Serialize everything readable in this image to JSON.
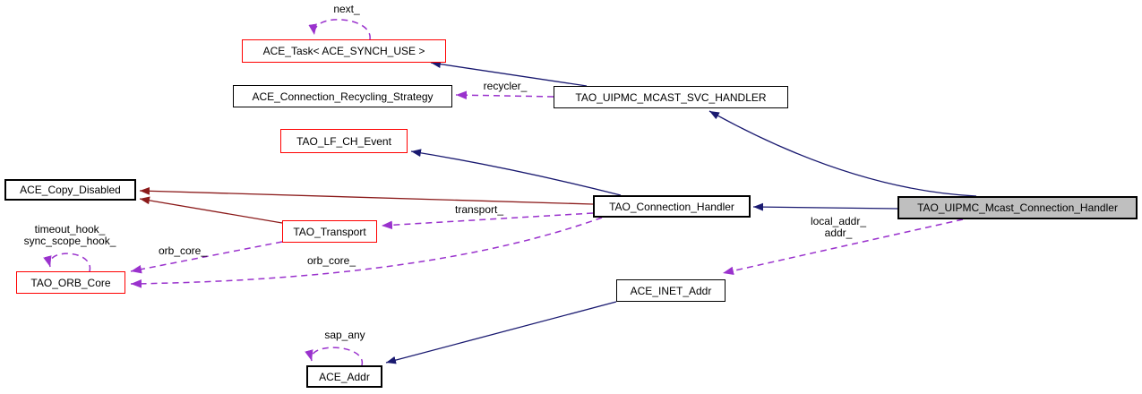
{
  "diagram": {
    "kind": "doxygen-collaboration-graph",
    "background": "#ffffff",
    "colors": {
      "inheritance_arrow": "#191970",
      "private_inheritance_arrow": "#8B1A1A",
      "usage_arrow": "#9A32CD",
      "node_border": "#000000",
      "node_border_highlight": "#FF0000",
      "focus_node_fill": "#BFBFBF",
      "node_fill": "#FFFFFF"
    },
    "nodes": {
      "ace_task": {
        "label": "ACE_Task< ACE_SYNCH_USE >"
      },
      "recycling_strategy": {
        "label": "ACE_Connection_Recycling_Strategy"
      },
      "svc_handler": {
        "label": "TAO_UIPMC_MCAST_SVC_HANDLER"
      },
      "lf_ch_event": {
        "label": "TAO_LF_CH_Event"
      },
      "copy_disabled": {
        "label": "ACE_Copy_Disabled"
      },
      "transport": {
        "label": "TAO_Transport"
      },
      "orb_core": {
        "label": "TAO_ORB_Core"
      },
      "connection_handler": {
        "label": "TAO_Connection_Handler"
      },
      "mcast_connection_handler": {
        "label": "TAO_UIPMC_Mcast_Connection_Handler"
      },
      "inet_addr": {
        "label": "ACE_INET_Addr"
      },
      "ace_addr": {
        "label": "ACE_Addr"
      }
    },
    "edge_labels": {
      "next": "next_",
      "recycler": "recycler_",
      "transport_member": "transport_",
      "orb_core_from_transport": "orb_core_",
      "orb_core_from_handler": "orb_core_",
      "timeout_hook": "timeout_hook_",
      "sync_scope_hook": "sync_scope_hook_",
      "local_addr": "local_addr_",
      "addr": "addr_",
      "sap_any": "sap_any"
    }
  }
}
